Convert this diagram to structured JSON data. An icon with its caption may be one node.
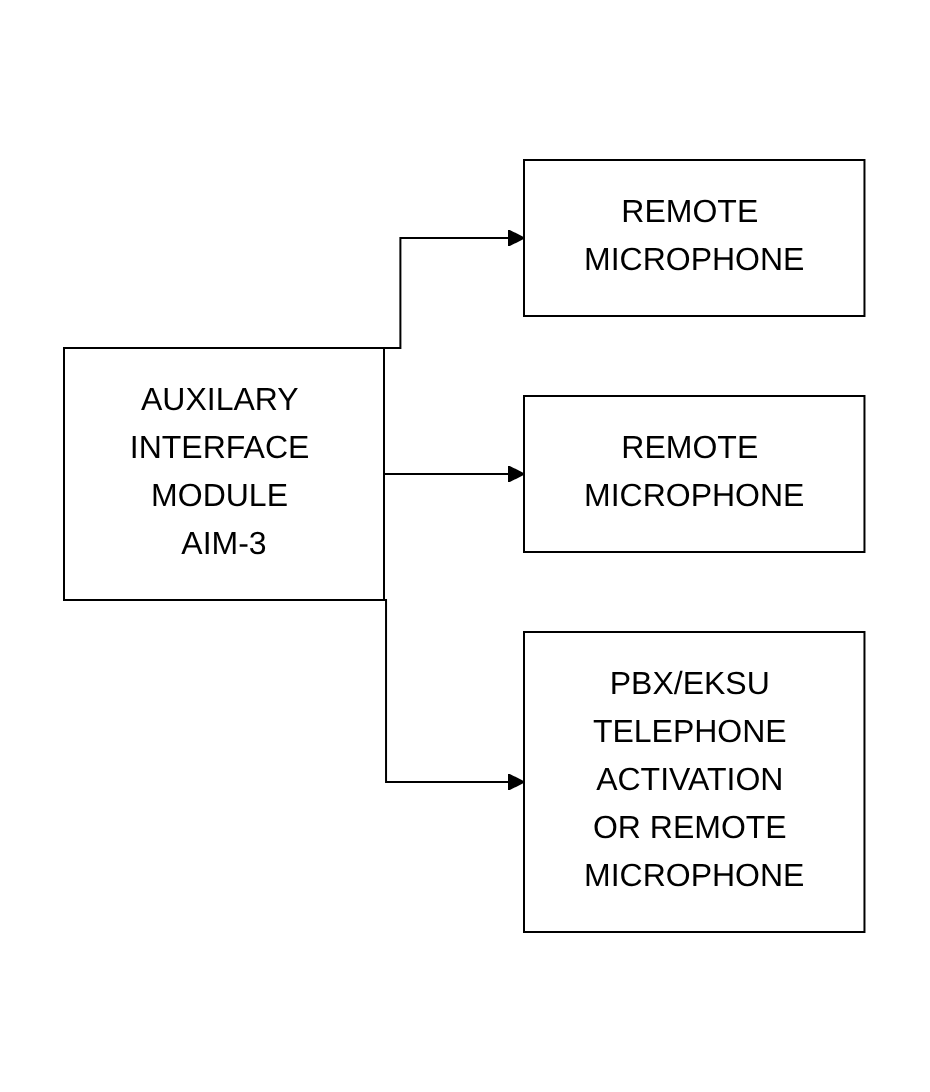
{
  "diagram": {
    "nodes": [
      {
        "text": [
          "AUXILARY INTERFACE MODULE AIM-3"
        ]
      },
      {
        "text": [
          "REMOTE MICROPHONE"
        ]
      },
      {
        "text": [
          "REMOTE MICROPHONE"
        ]
      },
      {
        "text": [
          "PBX/EKSU TELEPHONE ACTIVATION OR REMOTE MICROPHONE"
        ]
      }
    ],
    "edges": [
      {
        "from": 0,
        "to": 1,
        "arrow": "to"
      },
      {
        "from": 0,
        "to": 2,
        "arrow": "to"
      },
      {
        "from": 0,
        "to": 3,
        "arrow": "to"
      }
    ]
  }
}
